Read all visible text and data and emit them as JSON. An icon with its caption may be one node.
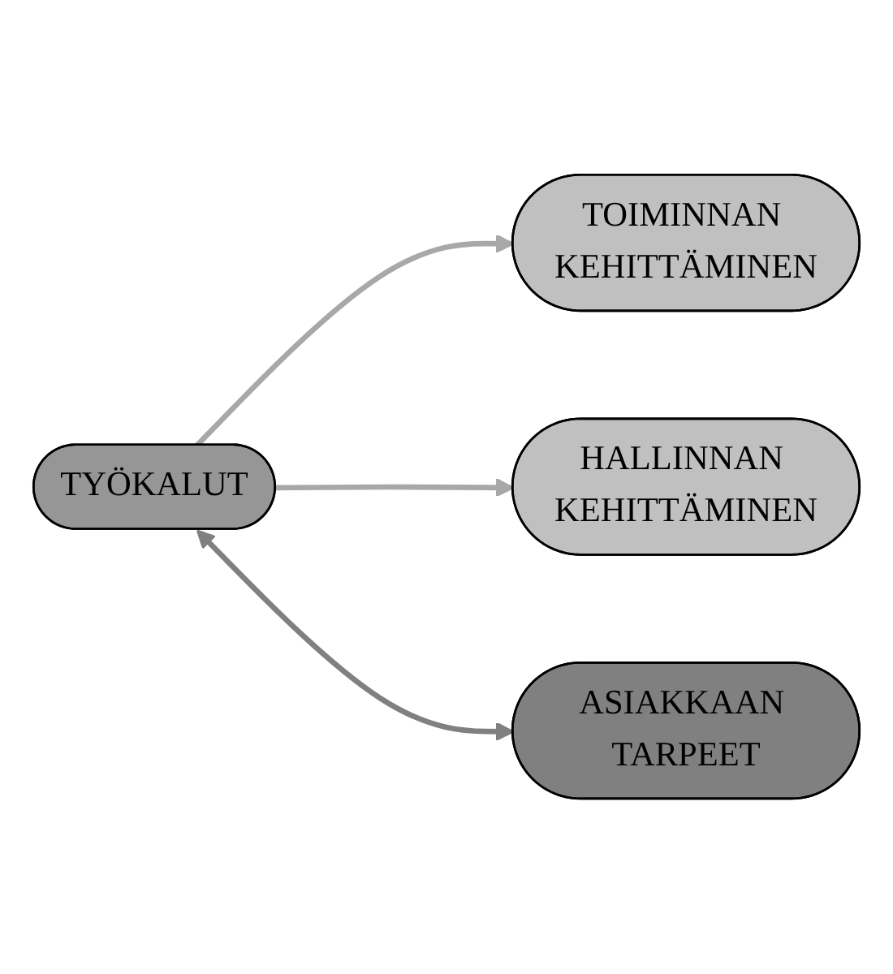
{
  "diagram": {
    "nodes": [
      {
        "text": [
          "TYÖKALUT"
        ]
      },
      {
        "text": [
          "TOIMINNAN KEHITTÄMINEN"
        ]
      },
      {
        "text": [
          "HALLINNAN KEHITTÄMINEN"
        ]
      },
      {
        "text": [
          "ASIAKKAAN TARPEET"
        ]
      }
    ],
    "edges": [
      {
        "from": 0,
        "to": 1,
        "arrow": "to"
      },
      {
        "from": 0,
        "to": 2,
        "arrow": "to"
      },
      {
        "from": 0,
        "to": 3,
        "arrow": "both",
        "color": "#808080"
      }
    ]
  }
}
